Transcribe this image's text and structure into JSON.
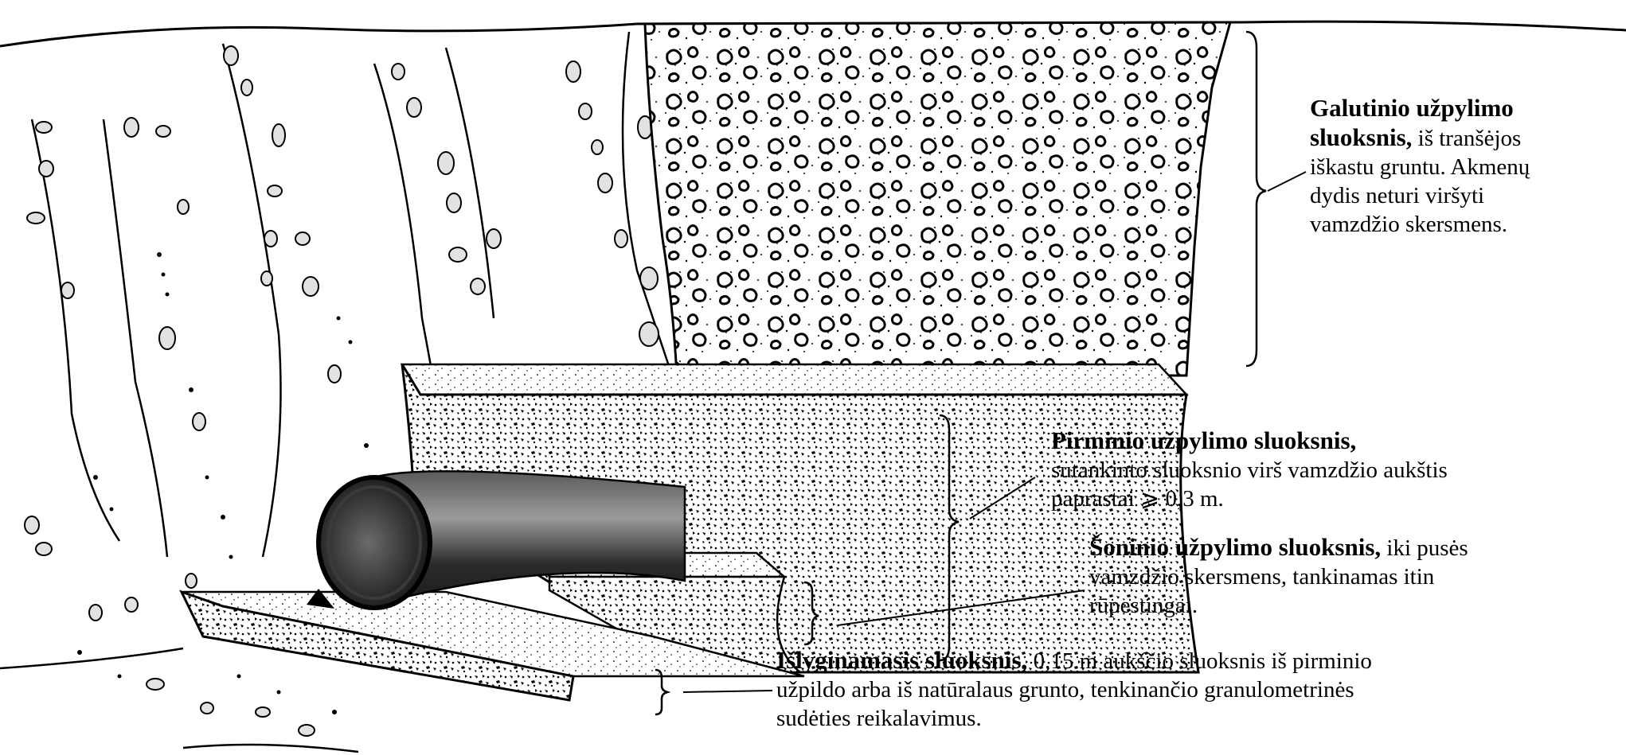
{
  "labels": {
    "final": {
      "l1": "Galutinio užpylimo",
      "l2_bold": "sluoksnis,",
      "l2_rest": " iš tranšėjos",
      "l3": "iškastu  gruntu. Akmenų",
      "l4": "dydis neturi viršyti",
      "l5": "vamzdžio skersmens."
    },
    "primary": {
      "l1": "Pirminio užpylimo sluoksnis,",
      "l2": "sutankinto sluoksnio virš vamzdžio aukštis",
      "l3": "paprastai ⩾ 0,3 m."
    },
    "side": {
      "l1_bold": "Šoninio užpylimo sluoksnis,",
      "l1_rest": " iki pusės",
      "l2": "vamzdžio skersmens, tankinamas  itin",
      "l3": "rūpestingai."
    },
    "bed": {
      "l1_bold": "Išlyginamasis sluoksnis,",
      "l1_rest": "  0,15 m  aukščio  sluoksnis iš pirminio",
      "l2": "užpildo arba iš natūralaus  grunto,  tenkinančio granulometrinės",
      "l3": "sudėties  reikalavimus."
    }
  },
  "colors": {
    "line": "#000000",
    "pipe_dark": "#1c1c1c",
    "pipe_mid": "#5a5a5a",
    "pipe_light": "#9a9a9a",
    "fill_light": "#ffffff"
  }
}
